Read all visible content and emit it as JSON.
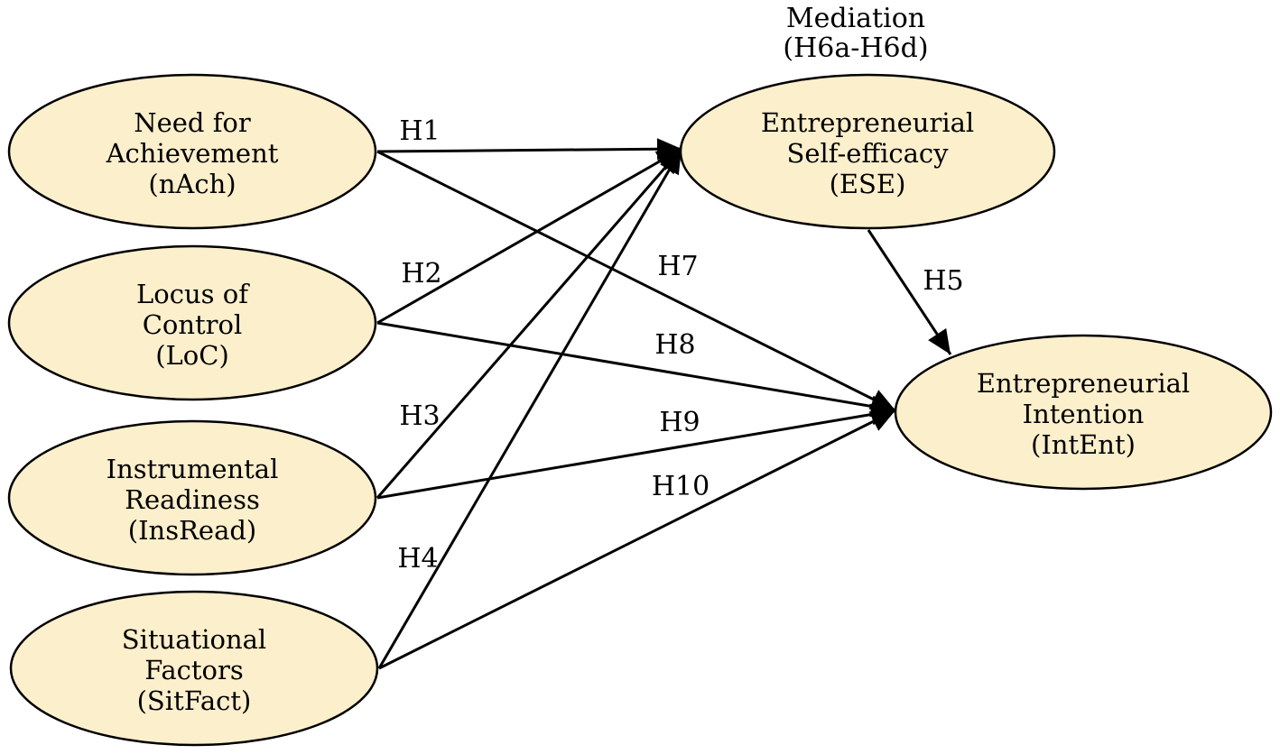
{
  "mediation": {
    "line1": "Mediation",
    "line2": "(H6a-H6d)"
  },
  "nodes": {
    "nach": {
      "lines": [
        "Need for",
        "Achievement",
        "(nAch)"
      ]
    },
    "loc": {
      "lines": [
        "Locus of",
        "Control",
        "(LoC)"
      ]
    },
    "insread": {
      "lines": [
        "Instrumental",
        "Readiness",
        "(InsRead)"
      ]
    },
    "sitfact": {
      "lines": [
        "Situational",
        "Factors",
        "(SitFact)"
      ]
    },
    "ese": {
      "lines": [
        "Entrepreneurial",
        "Self-efficacy",
        "(ESE)"
      ]
    },
    "intent": {
      "lines": [
        "Entrepreneurial",
        "Intention",
        "(IntEnt)"
      ]
    }
  },
  "edges": [
    {
      "from": "nach",
      "to": "ese",
      "label": "H1"
    },
    {
      "from": "loc",
      "to": "ese",
      "label": "H2"
    },
    {
      "from": "insread",
      "to": "ese",
      "label": "H3"
    },
    {
      "from": "sitfact",
      "to": "ese",
      "label": "H4"
    },
    {
      "from": "ese",
      "to": "intent",
      "label": "H5"
    },
    {
      "from": "nach",
      "to": "intent",
      "label": "H7"
    },
    {
      "from": "loc",
      "to": "intent",
      "label": "H8"
    },
    {
      "from": "insread",
      "to": "intent",
      "label": "H9"
    },
    {
      "from": "sitfact",
      "to": "intent",
      "label": "H10"
    }
  ],
  "colors": {
    "node_fill": "#fcefcc",
    "stroke": "#000000"
  }
}
